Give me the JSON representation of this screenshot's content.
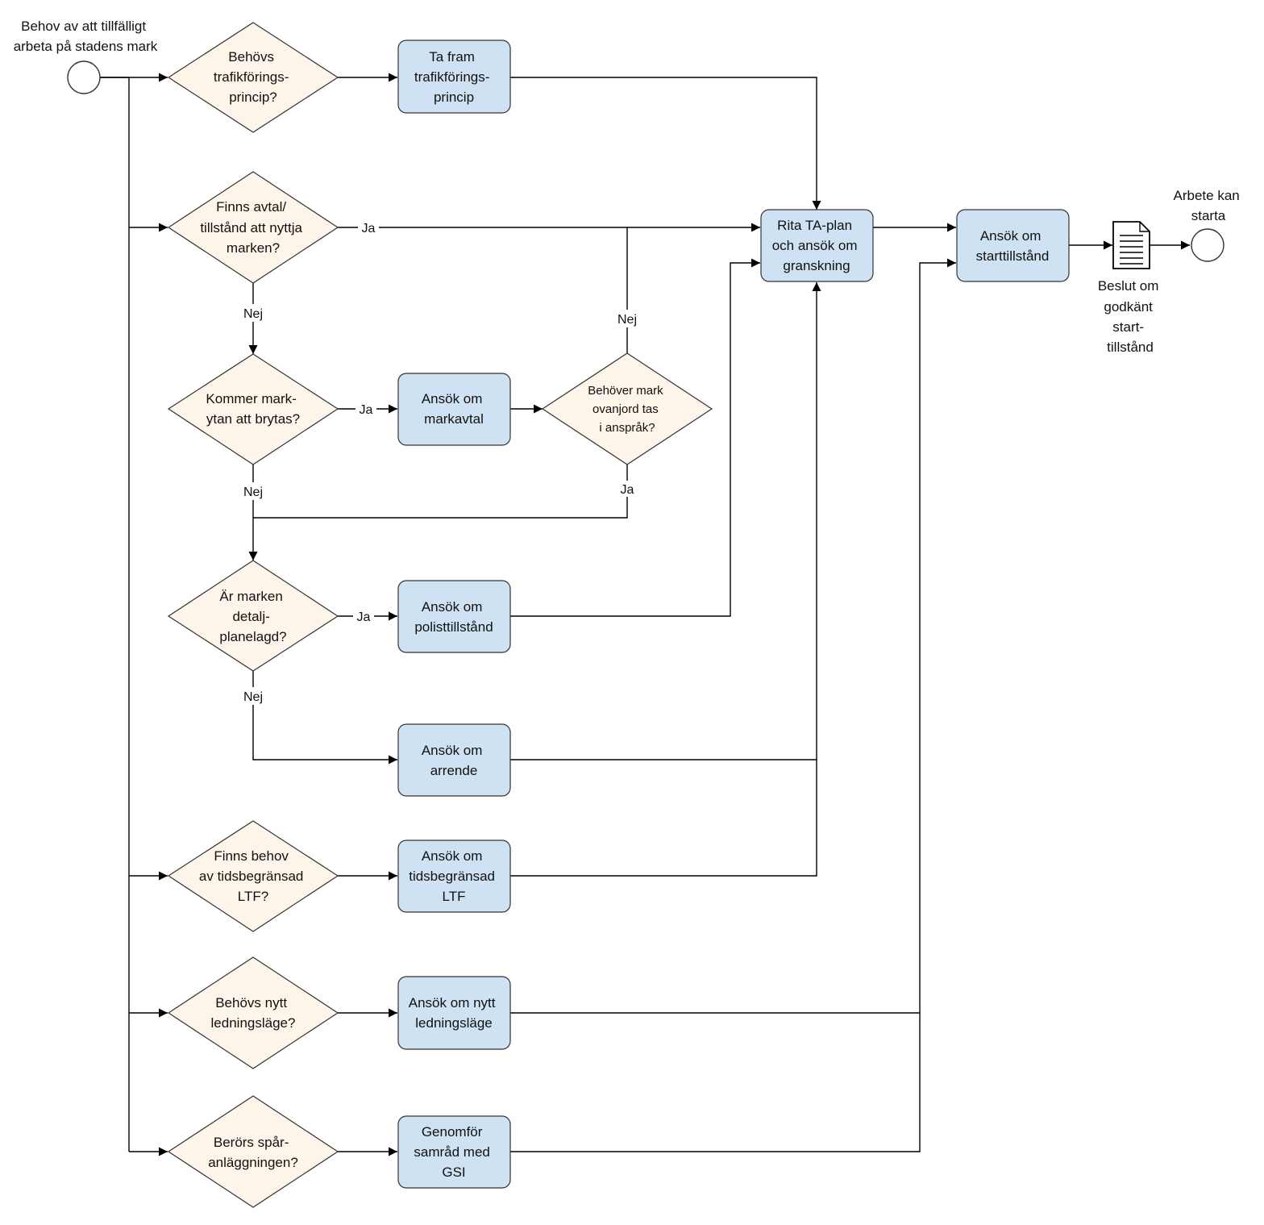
{
  "colors": {
    "task_fill": "#cfe2f3",
    "gateway_fill": "#fdf5ea",
    "line": "#000000"
  },
  "events": {
    "start": [
      "Behov av att tillfälligt",
      "arbeta på stadens mark"
    ],
    "end": [
      "Arbete kan",
      "starta"
    ]
  },
  "gateways": {
    "g1": [
      "Behövs",
      "trafikförings-",
      "princip?"
    ],
    "g2": [
      "Finns avtal/",
      "tillstånd att nyttja",
      "marken?"
    ],
    "g3": [
      "Kommer mark-",
      "ytan att brytas?"
    ],
    "g4": [
      "Behöver mark",
      "ovanjord tas",
      "i anspråk?"
    ],
    "g5": [
      "Är marken",
      "detalj-",
      "planelagd?"
    ],
    "g6": [
      "Finns behov",
      "av tidsbegränsad",
      "LTF?"
    ],
    "g7": [
      "Behövs nytt",
      "ledningsläge?"
    ],
    "g8": [
      "Berörs spår-",
      "anläggningen?"
    ]
  },
  "tasks": {
    "t1": [
      "Ta fram",
      "trafikförings-",
      "princip"
    ],
    "t2": [
      "Ansök om",
      "markavtal"
    ],
    "t3": [
      "Ansök om",
      "polisttillstånd"
    ],
    "t4": [
      "Ansök om",
      "arrende"
    ],
    "t5": [
      "Ansök om",
      "tidsbegränsad",
      "LTF"
    ],
    "t6": [
      "Ansök om nytt",
      "ledningsläge"
    ],
    "t7": [
      "Genomför",
      "samråd med",
      "GSI"
    ],
    "t8": [
      "Rita TA-plan",
      "och ansök om",
      "granskning"
    ],
    "t9": [
      "Ansök om",
      "starttillstånd"
    ]
  },
  "document": {
    "label": [
      "Beslut om",
      "godkänt",
      "start-",
      "tillstånd"
    ],
    "icon": "document-icon"
  },
  "edge_labels": {
    "g2_yes": "Ja",
    "g2_no": "Nej",
    "g3_yes": "Ja",
    "g3_no": "Nej",
    "g4_no": "Nej",
    "g4_yes": "Ja",
    "g5_yes": "Ja",
    "g5_no": "Nej"
  }
}
